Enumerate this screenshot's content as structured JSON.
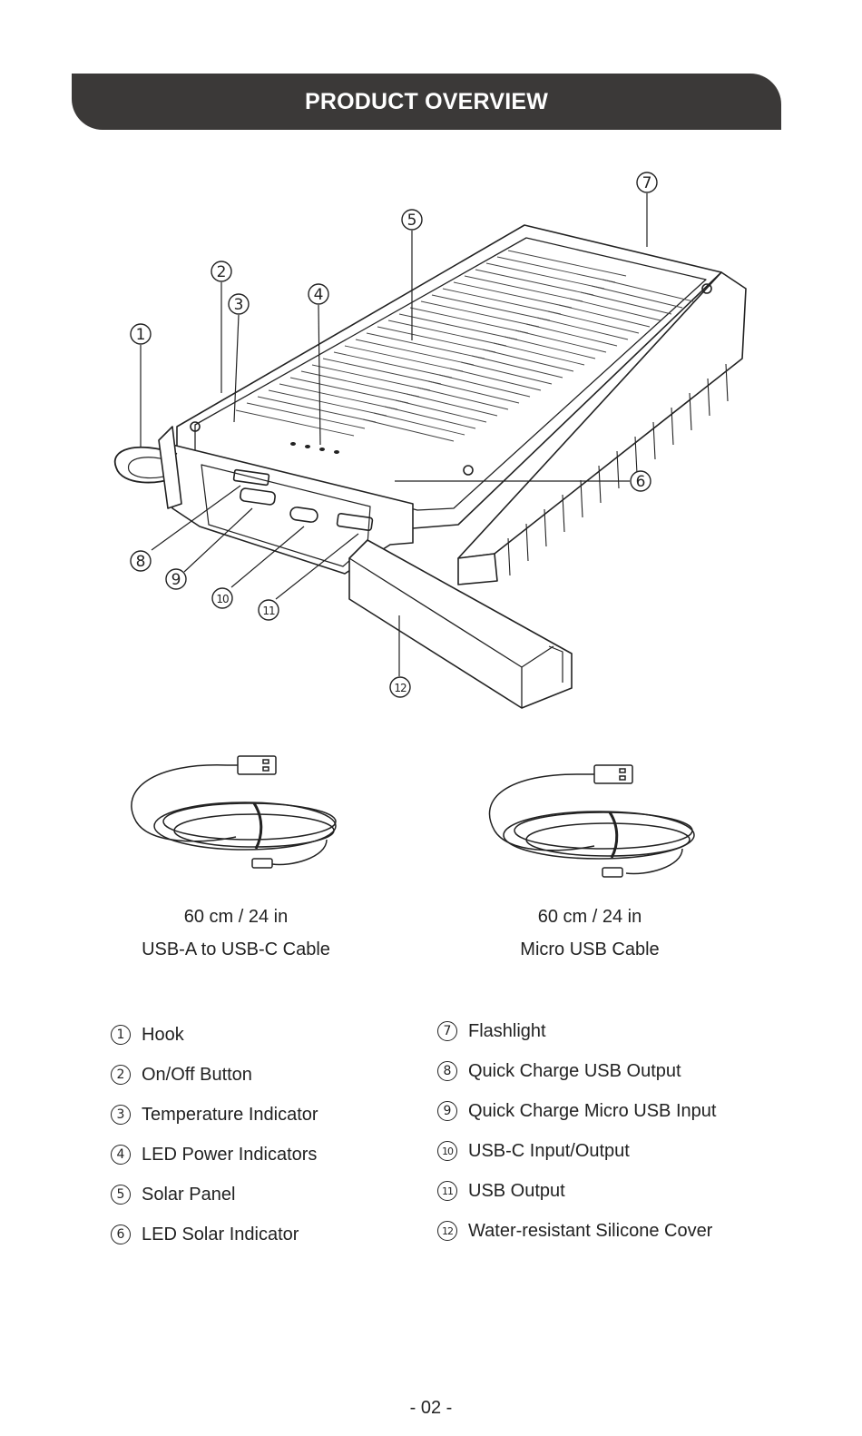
{
  "header": {
    "title": "PRODUCT OVERVIEW"
  },
  "callouts": [
    "1",
    "2",
    "3",
    "4",
    "5",
    "6",
    "7",
    "8",
    "9",
    "10",
    "11",
    "12"
  ],
  "cables": [
    {
      "length": "60 cm / 24 in",
      "name": "USB-A to USB-C Cable"
    },
    {
      "length": "60 cm / 24 in",
      "name": "Micro USB Cable"
    }
  ],
  "legend": {
    "left": [
      {
        "num": "1",
        "label": "Hook"
      },
      {
        "num": "2",
        "label": "On/Off Button"
      },
      {
        "num": "3",
        "label": "Temperature Indicator"
      },
      {
        "num": "4",
        "label": "LED Power Indicators"
      },
      {
        "num": "5",
        "label": "Solar Panel"
      },
      {
        "num": "6",
        "label": "LED Solar Indicator"
      }
    ],
    "right": [
      {
        "num": "7",
        "label": "Flashlight"
      },
      {
        "num": "8",
        "label": "Quick Charge USB Output"
      },
      {
        "num": "9",
        "label": "Quick Charge Micro USB Input"
      },
      {
        "num": "10",
        "label": "USB-C Input/Output"
      },
      {
        "num": "11",
        "label": "USB Output"
      },
      {
        "num": "12",
        "label": "Water-resistant Silicone Cover"
      }
    ]
  },
  "footer": {
    "page_number": "- 02 -"
  }
}
